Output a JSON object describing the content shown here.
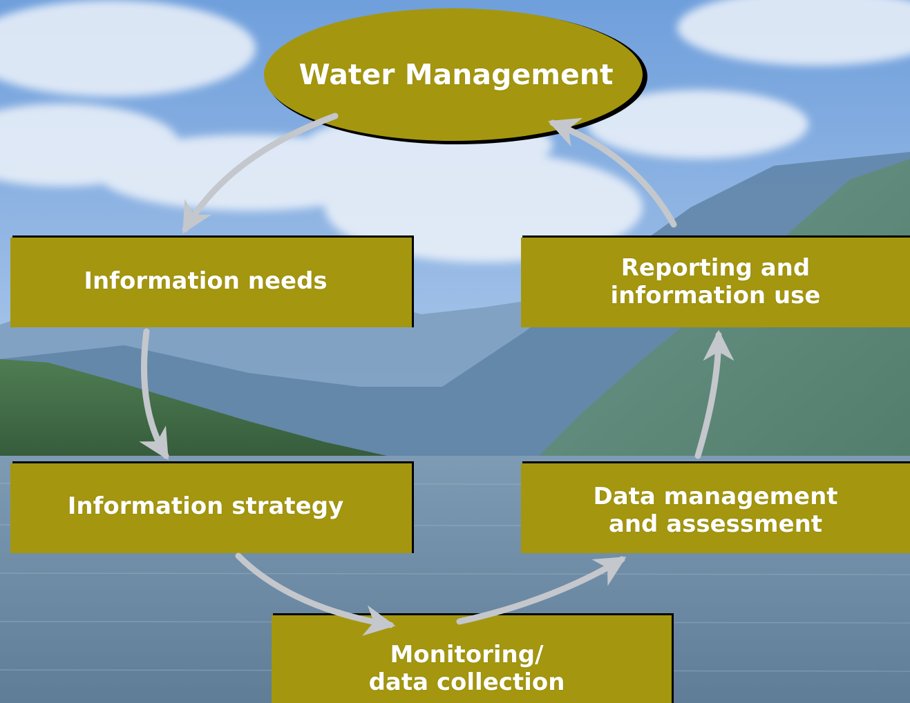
{
  "diagram": {
    "hub": {
      "label": "Water Management"
    },
    "nodes": [
      {
        "id": "information-needs",
        "lines": [
          "Information needs"
        ]
      },
      {
        "id": "reporting-and-information-use",
        "lines": [
          "Reporting and",
          "information use"
        ]
      },
      {
        "id": "information-strategy",
        "lines": [
          "Information strategy"
        ]
      },
      {
        "id": "data-management-and-assessment",
        "lines": [
          "Data management",
          "and assessment"
        ]
      },
      {
        "id": "monitoring-data-collection",
        "lines": [
          "Monitoring/",
          "data collection"
        ]
      }
    ]
  },
  "colors": {
    "box_fill": "#a4970f",
    "box_shadow": "#000000",
    "arrow": "#c4c7cc",
    "text": "#ffffff",
    "sky_top": "#6f9fdc",
    "sky_mid": "#a9c6e9",
    "mountain": "#5f84a6",
    "forest": "#3f6a44",
    "water": "#6d89a3"
  }
}
